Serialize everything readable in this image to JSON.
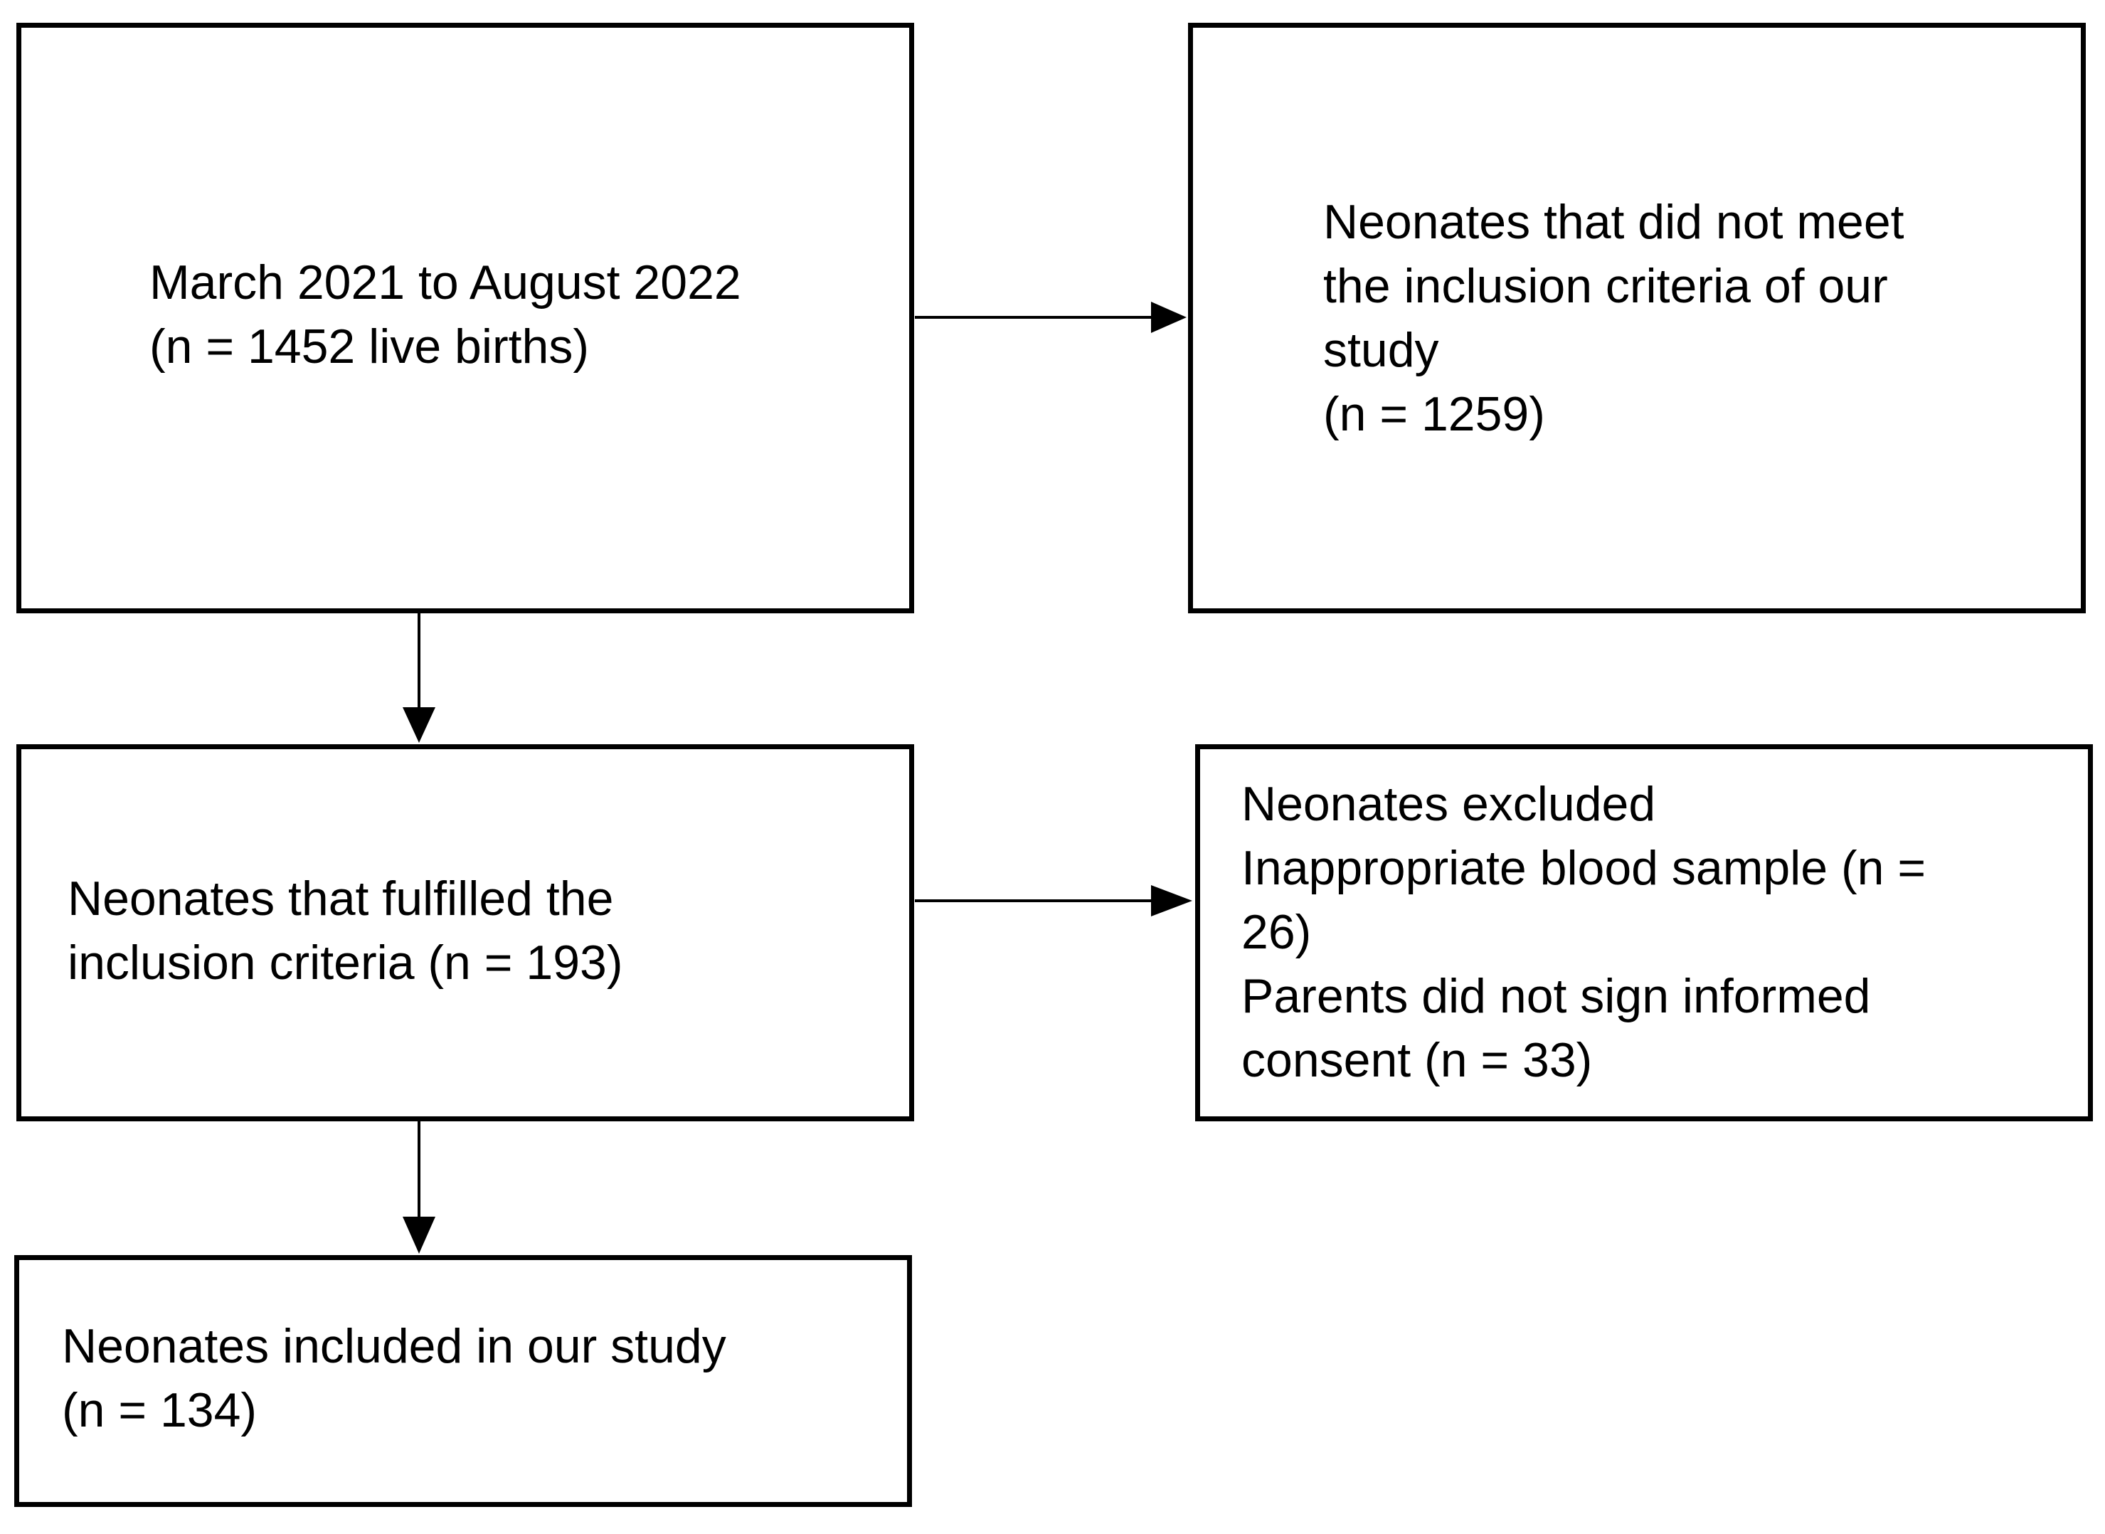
{
  "flowchart": {
    "box_births": {
      "line1": "March 2021 to August 2022",
      "line2": "(n = 1452 live births)"
    },
    "box_not_meet": {
      "line1": "Neonates that did not meet",
      "line2": "the inclusion criteria of our",
      "line3": "study",
      "line4": "(n = 1259)"
    },
    "box_fulfilled": {
      "line1": "Neonates that fulfilled the",
      "line2": "inclusion criteria (n = 193)"
    },
    "box_excluded": {
      "line1": "Neonates excluded",
      "line2": "Inappropriate blood sample (n =",
      "line3": "26)",
      "line4": "Parents did not sign informed",
      "line5": "consent (n = 33)"
    },
    "box_included": {
      "line1": "Neonates included in our study",
      "line2": "(n = 134)"
    }
  }
}
